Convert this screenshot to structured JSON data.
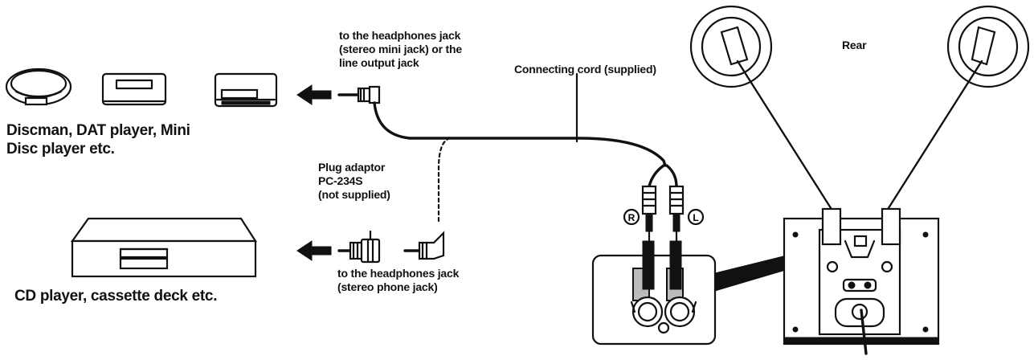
{
  "labels": {
    "jack_top": [
      "to the headphones jack",
      "(stereo mini jack) or the",
      "line output jack"
    ],
    "cord": "Connecting cord (supplied)",
    "rear": "Rear",
    "devices_top": [
      "Discman, DAT player, Mini",
      "Disc player etc."
    ],
    "adaptor": [
      "Plug adaptor",
      "PC-234S",
      "(not supplied)"
    ],
    "jack_bottom": [
      "to the headphones jack",
      "(stereo phone jack)"
    ],
    "devices_bottom": "CD player, cassette deck etc.",
    "channel_r": "R",
    "channel_l": "L"
  },
  "icons": [
    "discman-icon",
    "dat-player-icon",
    "minidisc-player-icon",
    "cd-player-icon",
    "mini-plug-icon",
    "adaptor-plug-icon",
    "rca-plug-icon",
    "speaker-unit-icon",
    "arrow-left-icon"
  ]
}
